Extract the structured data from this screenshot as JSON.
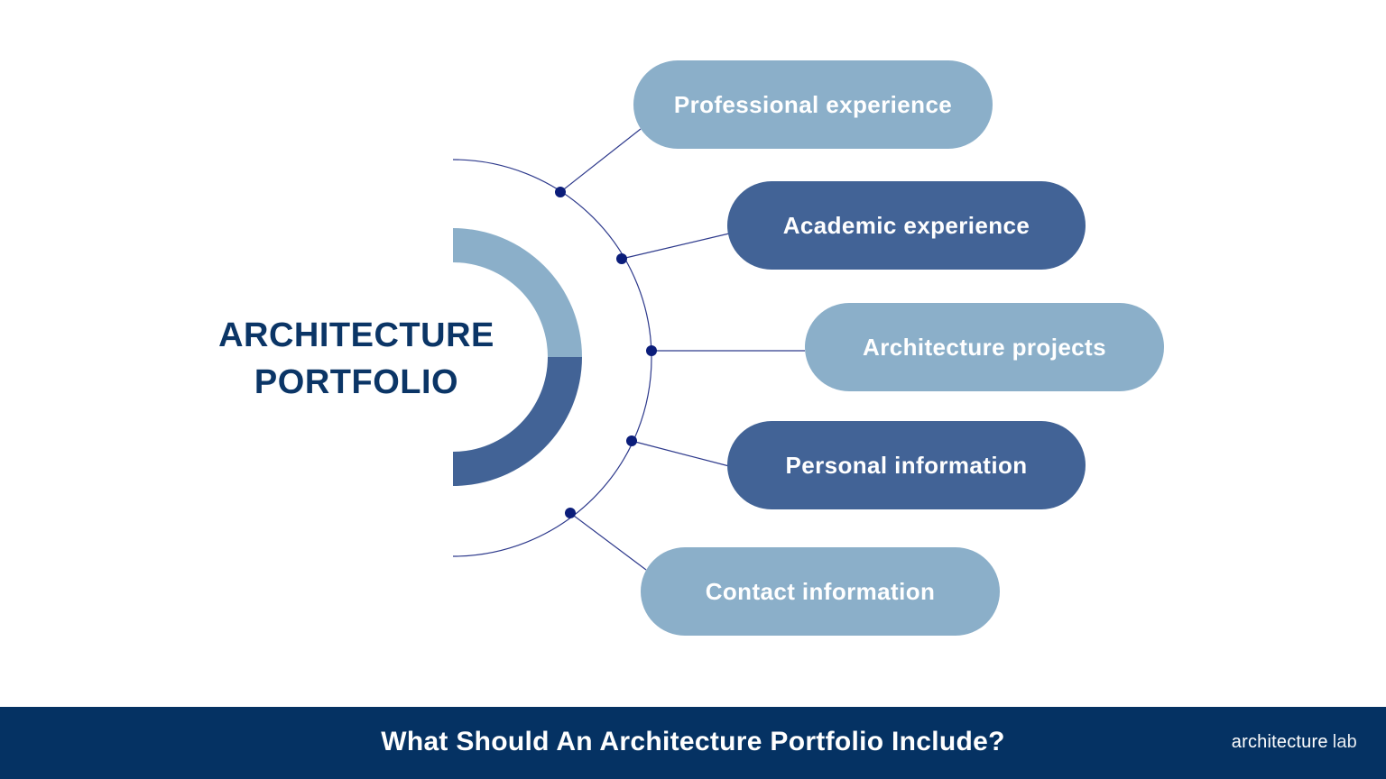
{
  "center": {
    "line1": "ARCHITECTURE",
    "line2": "PORTFOLIO"
  },
  "items": [
    {
      "label": "Professional experience",
      "tone": "light"
    },
    {
      "label": "Academic experience",
      "tone": "dark"
    },
    {
      "label": "Architecture projects",
      "tone": "light"
    },
    {
      "label": "Personal information",
      "tone": "dark"
    },
    {
      "label": "Contact information",
      "tone": "light"
    }
  ],
  "footer": {
    "title": "What Should An Architecture Portfolio Include?",
    "brand_part1": "architecture",
    "brand_part2": "lab"
  },
  "colors": {
    "light_pill": "#8bafc9",
    "dark_pill": "#426396",
    "connector": "#2e3a8c",
    "dot": "#0b1d7a",
    "title": "#0b3566",
    "footer_bg": "#053263"
  }
}
